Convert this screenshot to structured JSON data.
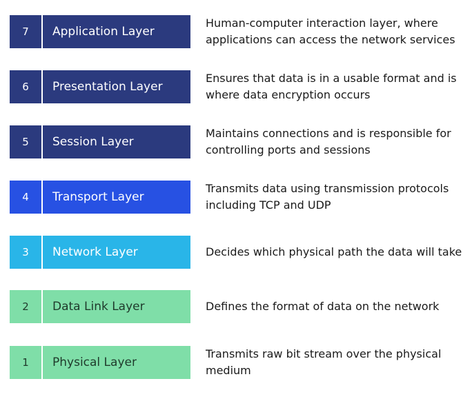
{
  "layers": [
    {
      "number": "7",
      "name": "Application Layer",
      "description": "Human-computer interaction layer, where applications can access the network services",
      "color": "#2b3a7e",
      "text_color": "#ffffff"
    },
    {
      "number": "6",
      "name": "Presentation Layer",
      "description": "Ensures that data is in a usable format and is where data encryption occurs",
      "color": "#2b3a7e",
      "text_color": "#ffffff"
    },
    {
      "number": "5",
      "name": "Session Layer",
      "description": "Maintains connections and is responsible for controlling ports and sessions",
      "color": "#2b3a7e",
      "text_color": "#ffffff"
    },
    {
      "number": "4",
      "name": "Transport Layer",
      "description": "Transmits data using transmission protocols including TCP and UDP",
      "color": "#2751e3",
      "text_color": "#ffffff"
    },
    {
      "number": "3",
      "name": "Network Layer",
      "description": "Decides which physical path the data will take",
      "color": "#29b5e8",
      "text_color": "#ffffff"
    },
    {
      "number": "2",
      "name": "Data Link Layer",
      "description": "Defines the format of data on the network",
      "color": "#7fdea8",
      "text_color": "#1f3a2b"
    },
    {
      "number": "1",
      "name": "Physical Layer",
      "description": "Transmits raw bit stream over the physical medium",
      "color": "#7fdea8",
      "text_color": "#1f3a2b"
    }
  ]
}
